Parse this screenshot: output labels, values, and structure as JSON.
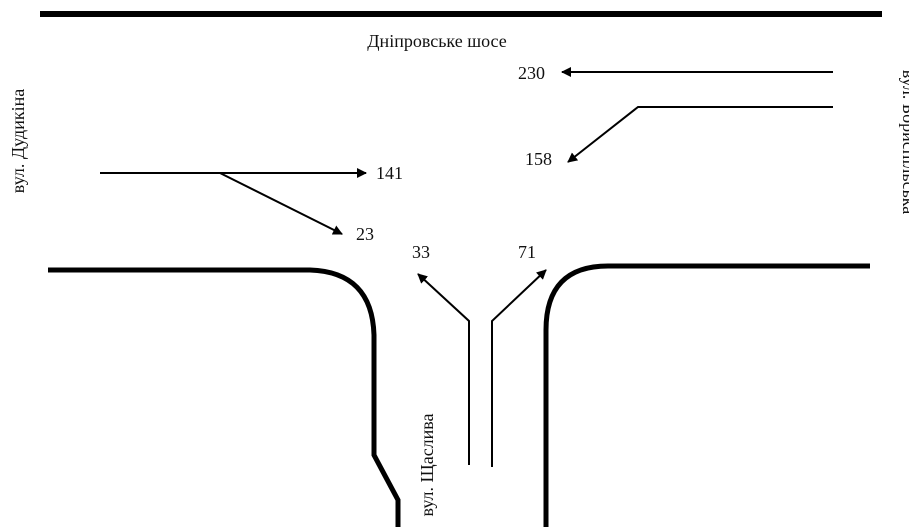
{
  "streets": {
    "top": "Дніпровське шосе",
    "left": "вул. Дудикіна",
    "right": "вул. Бориспільська",
    "bottom": "вул. Щаслива"
  },
  "flows": {
    "west_through": "230",
    "west_left_turn": "158",
    "east_through": "141",
    "east_right_turn": "23",
    "north_left_turn": "33",
    "north_right_turn": "71"
  },
  "colors": {
    "line": "#000000",
    "text": "#111111",
    "background": "#ffffff"
  }
}
